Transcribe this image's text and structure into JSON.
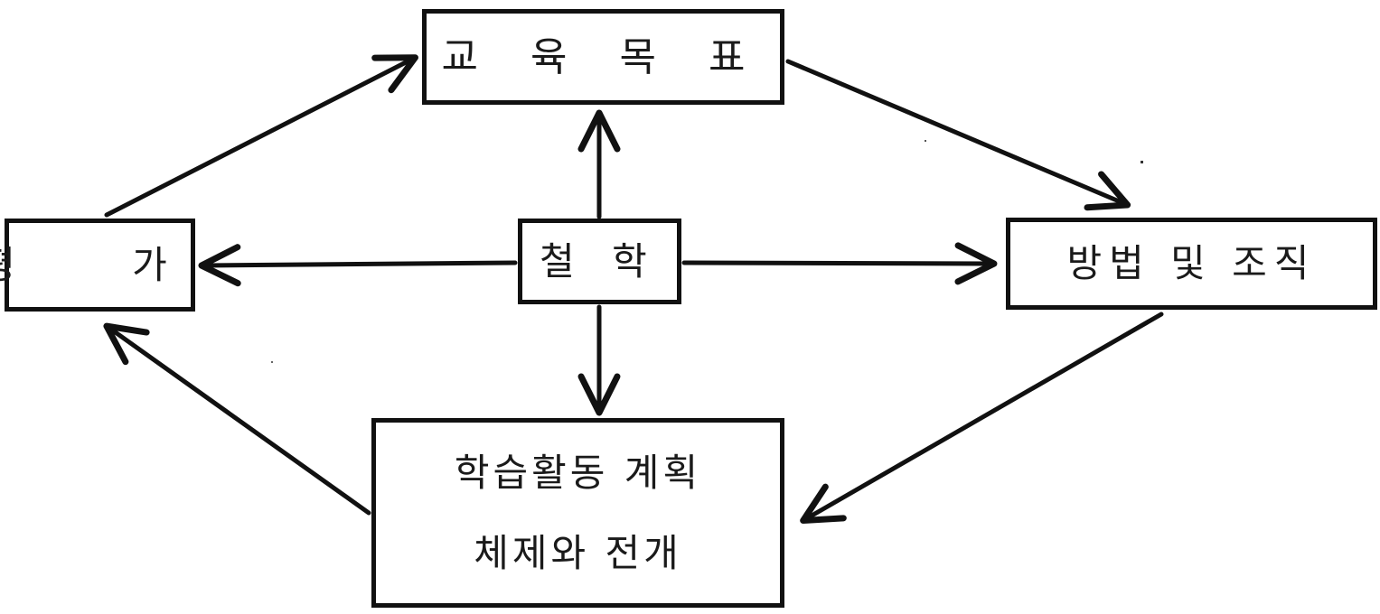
{
  "diagram": {
    "nodes": {
      "goal": "교 육 목 표",
      "philosophy": "철 학",
      "evaluation": "평 가",
      "method": "방법 및 조직",
      "activity_line1": "학습활동 계획",
      "activity_line2": "체제와 전개"
    },
    "colors": {
      "ink": "#111111",
      "background": "#ffffff"
    }
  }
}
